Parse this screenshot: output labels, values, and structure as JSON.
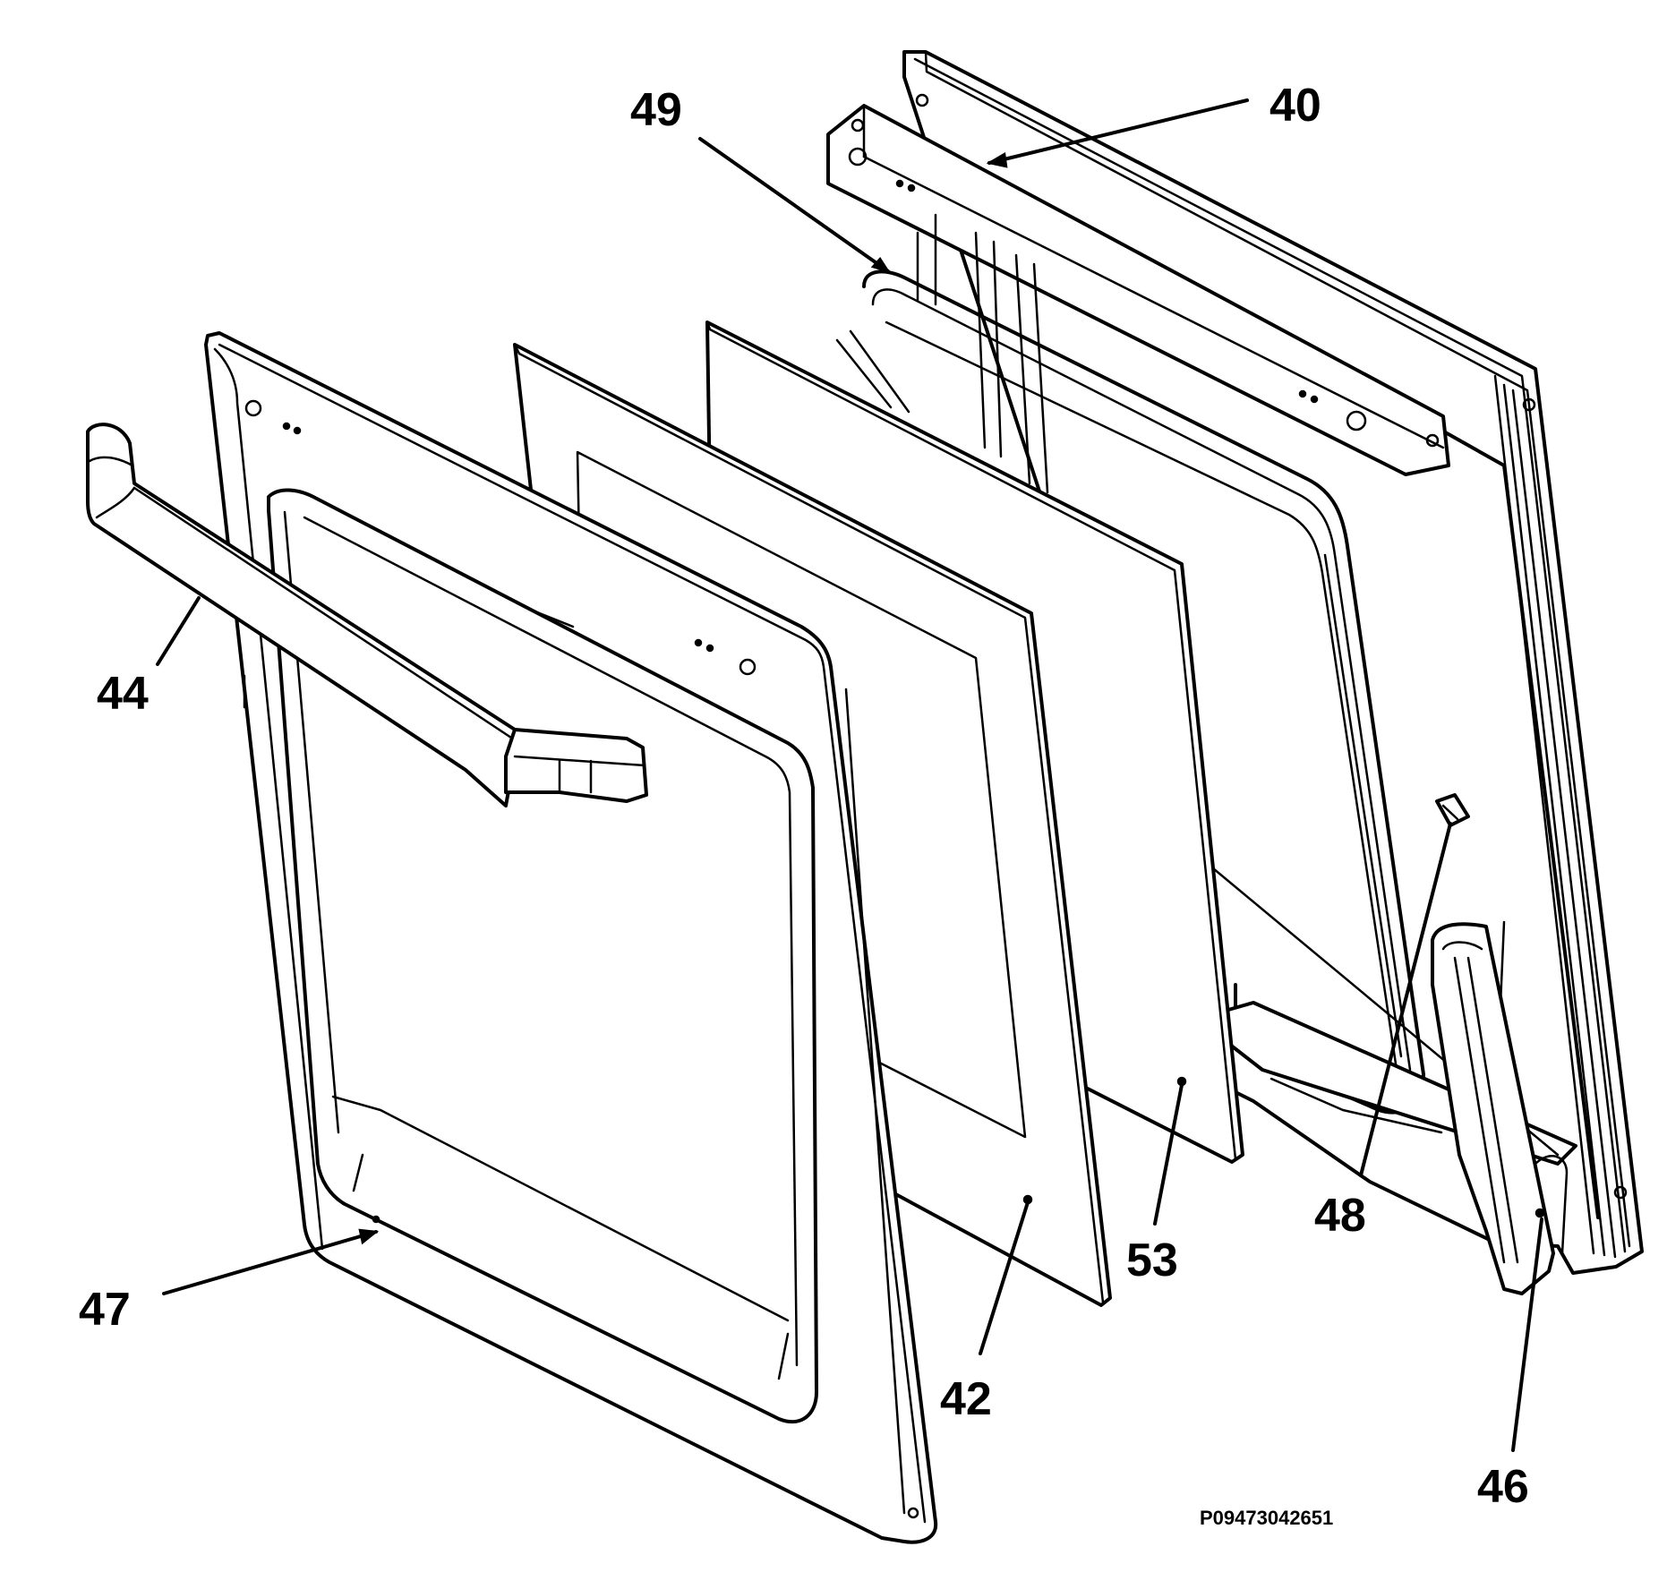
{
  "part_labels": [
    {
      "id": "40",
      "text": "40"
    },
    {
      "id": "49",
      "text": "49"
    },
    {
      "id": "44",
      "text": "44"
    },
    {
      "id": "47",
      "text": "47"
    },
    {
      "id": "42",
      "text": "42"
    },
    {
      "id": "53",
      "text": "53"
    },
    {
      "id": "48",
      "text": "48"
    },
    {
      "id": "46",
      "text": "46"
    }
  ],
  "drawing_code": "P09473042651",
  "colors": {
    "ink": "#000000",
    "paper": "#ffffff"
  }
}
